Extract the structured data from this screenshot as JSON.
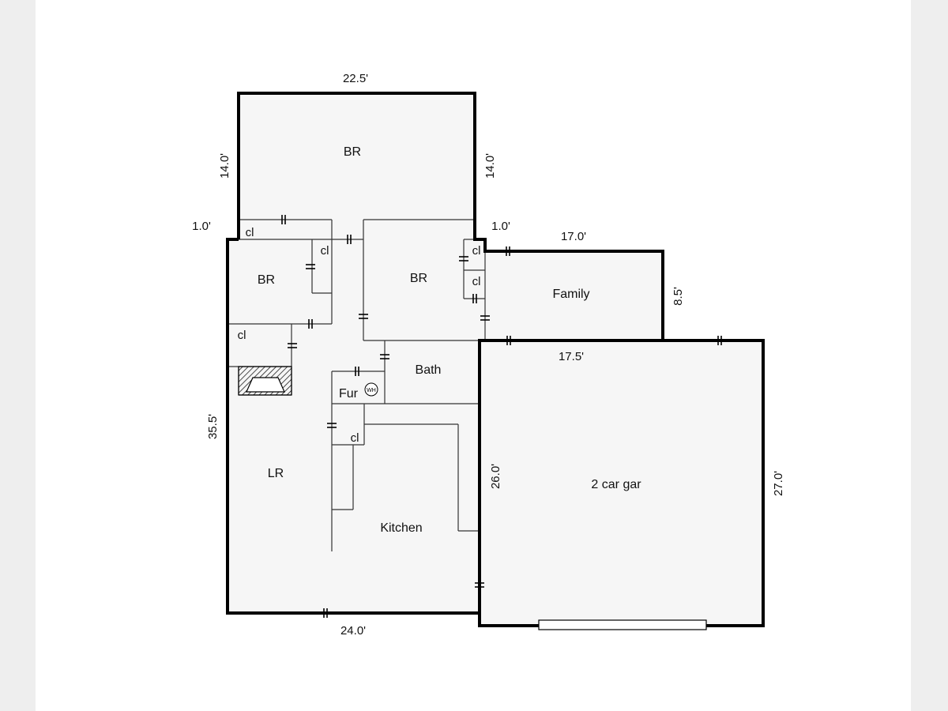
{
  "rooms": {
    "br_top": "BR",
    "br_left": "BR",
    "br_center": "BR",
    "family": "Family",
    "bath": "Bath",
    "furnace": "Fur",
    "water_heater": "WH",
    "living_room": "LR",
    "kitchen": "Kitchen",
    "garage": "2 car gar"
  },
  "closets": {
    "cl_1": "cl",
    "cl_2": "cl",
    "cl_3": "cl",
    "cl_4": "cl",
    "cl_5": "cl",
    "cl_6": "cl"
  },
  "dimensions": {
    "top_width": "22.5'",
    "br_left_height": "14.0'",
    "br_right_height": "14.0'",
    "left_step": "1.0'",
    "right_step": "1.0'",
    "family_width": "17.0'",
    "family_height": "8.5'",
    "garage_top": "17.5'",
    "garage_left": "26.0'",
    "garage_right": "27.0'",
    "left_height": "35.5'",
    "bottom_width": "24.0'"
  },
  "colors": {
    "page": "#ffffff",
    "background": "#eeeeee",
    "floor": "#f6f6f6",
    "wall": "#000000"
  }
}
